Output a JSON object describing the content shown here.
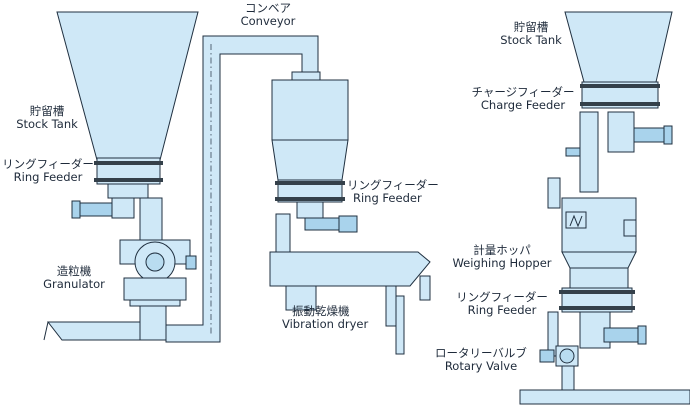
{
  "labels": {
    "conveyor_jp": "コンベア",
    "conveyor_en": "Conveyor",
    "stock_tank_left_jp": "貯留槽",
    "stock_tank_left_en": "Stock Tank",
    "ring_feeder_left_jp": "リングフィーダー",
    "ring_feeder_left_en": "Ring Feeder",
    "granulator_jp": "造粒機",
    "granulator_en": "Granulator",
    "ring_feeder_mid_jp": "リングフィーダー",
    "ring_feeder_mid_en": "Ring Feeder",
    "vibration_dryer_jp": "振動乾燥機",
    "vibration_dryer_en": "Vibration dryer",
    "stock_tank_right_jp": "貯留槽",
    "stock_tank_right_en": "Stock Tank",
    "charge_feeder_jp": "チャージフィーダー",
    "charge_feeder_en": "Charge Feeder",
    "weighing_hopper_jp": "計量ホッパ",
    "weighing_hopper_en": "Weighing Hopper",
    "ring_feeder_right_jp": "リングフィーダー",
    "ring_feeder_right_en": "Ring Feeder",
    "rotary_valve_jp": "ロータリーバルブ",
    "rotary_valve_en": "Rotary Valve"
  },
  "colors": {
    "equipment_fill": "#cfe8f7",
    "outline": "#203040",
    "label_text": "#1e2a3a"
  }
}
